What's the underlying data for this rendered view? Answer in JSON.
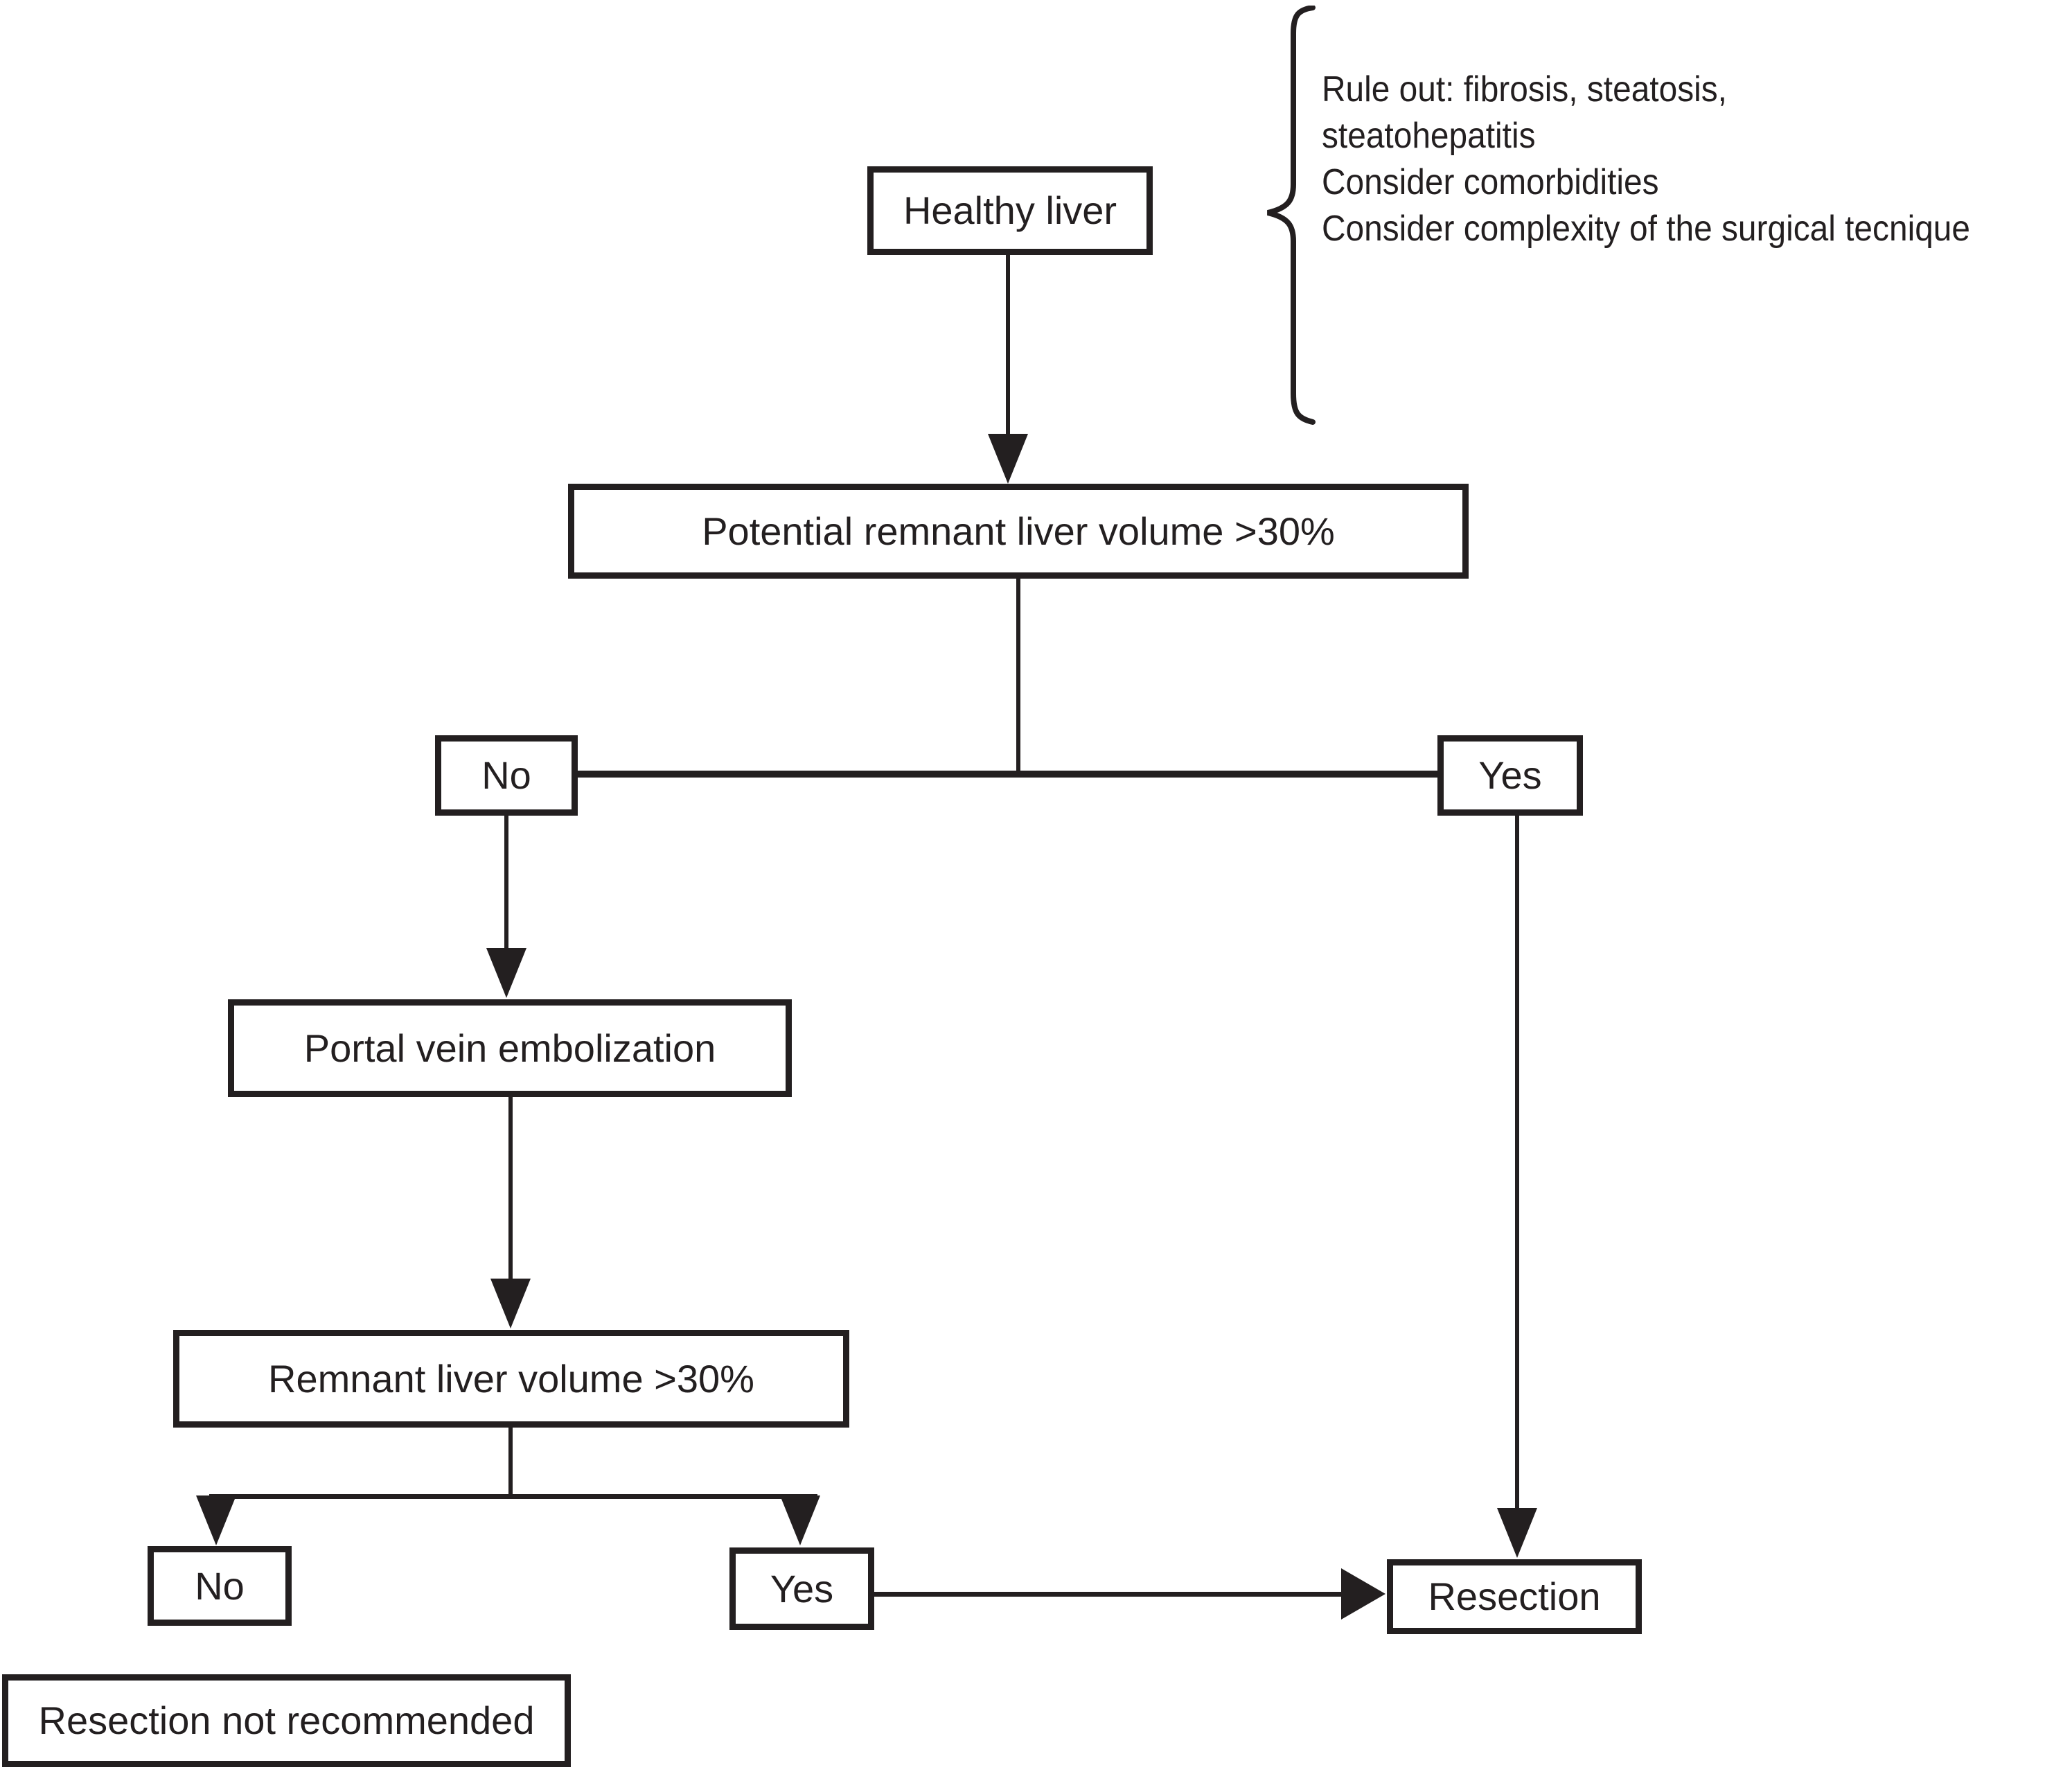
{
  "nodes": {
    "healthy_liver": "Healthy liver",
    "potential_remnant": "Potential remnant liver volume >30%",
    "prv_no": "No",
    "prv_yes": "Yes",
    "portal_vein_embolization": "Portal vein embolization",
    "remnant_volume": "Remnant liver volume >30%",
    "rlv_no": "No",
    "rlv_yes": "Yes",
    "resection": "Resection",
    "resection_not_recommended": "Resection not recommended"
  },
  "annotation": {
    "lines": [
      "Rule out: fibrosis, steatosis,",
      "steatohepatitis",
      "Consider comorbidities",
      "Consider complexity of the surgical tecnique"
    ]
  },
  "colors": {
    "ink": "#231f20",
    "background": "#ffffff"
  }
}
